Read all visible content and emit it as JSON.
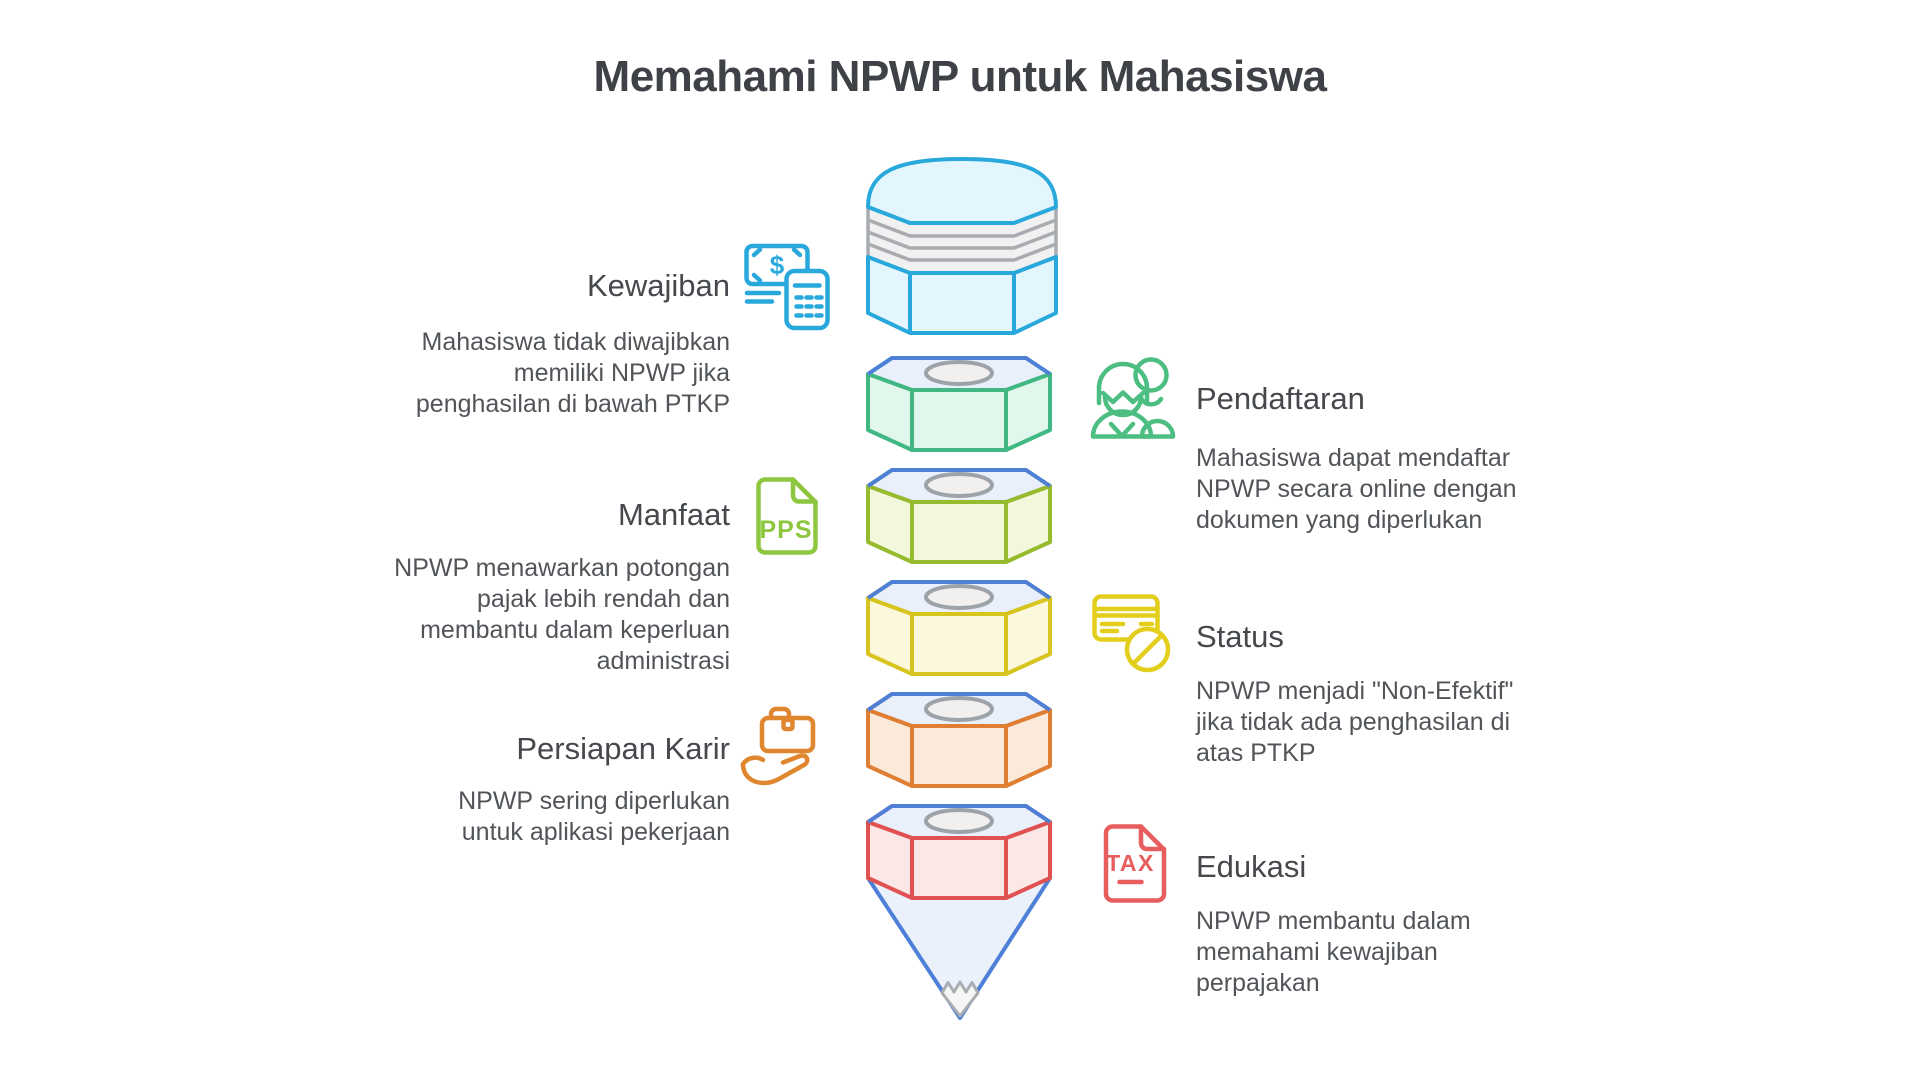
{
  "title": "Memahami NPWP untuk Mahasiswa",
  "sections": [
    {
      "id": "kewajiban",
      "side": "left",
      "heading": "Kewajiban",
      "body": "Mahasiswa tidak diwajibkan\nmemiliki NPWP jika\npenghasilan di bawah PTKP",
      "icon": "money-calculator-icon",
      "accent_color": "#29A8DC"
    },
    {
      "id": "manfaat",
      "side": "left",
      "heading": "Manfaat",
      "body": "NPWP menawarkan potongan\npajak lebih rendah dan\nmembantu dalam keperluan\nadministrasi",
      "icon": "pps-document-icon",
      "accent_color": "#8DC63F"
    },
    {
      "id": "persiapan-karir",
      "side": "left",
      "heading": "Persiapan Karir",
      "body": "NPWP sering diperlukan\nuntuk aplikasi pekerjaan",
      "icon": "briefcase-hand-icon",
      "accent_color": "#E0862F"
    },
    {
      "id": "pendaftaran",
      "side": "right",
      "heading": "Pendaftaran",
      "body": "Mahasiswa dapat mendaftar\nNPWP secara online dengan\ndokumen yang diperlukan",
      "icon": "two-people-icon",
      "accent_color": "#4DBE82"
    },
    {
      "id": "status",
      "side": "right",
      "heading": "Status",
      "body": "NPWP menjadi \"Non-Efektif\"\njika tidak ada penghasilan di\natas PTKP",
      "icon": "card-prohibited-icon",
      "accent_color": "#E3CE1C"
    },
    {
      "id": "edukasi",
      "side": "right",
      "heading": "Edukasi",
      "body": "NPWP membantu dalam\nmemahami kewajiban\nperpajakan",
      "icon": "tax-document-icon",
      "accent_color": "#E85D5D"
    }
  ],
  "icon_text": {
    "money_symbol": "$",
    "pps_label": "PPS",
    "tax_label": "TAX"
  },
  "pencil": {
    "description": "vertical pencil built from stacked hexagonal nut segments, eraser at top, tip at bottom",
    "segments": [
      {
        "name": "eraser-cap",
        "stroke": "#29A8DC",
        "fill": "#E4F6FD"
      },
      {
        "name": "ferrule",
        "stroke": "#A8ACB0",
        "fill": "#F1F1F1"
      },
      {
        "name": "upper-body",
        "stroke": "#29A8DC",
        "fill": "#E4F6FD"
      },
      {
        "name": "nut-green",
        "stroke": "#41B883",
        "fill": "#E1F7EB"
      },
      {
        "name": "nut-lime",
        "stroke": "#96BB2F",
        "fill": "#F3F8DC"
      },
      {
        "name": "nut-yellow",
        "stroke": "#D8C41F",
        "fill": "#FCF8DB"
      },
      {
        "name": "nut-orange",
        "stroke": "#DF7F33",
        "fill": "#FBEADA"
      },
      {
        "name": "nut-red",
        "stroke": "#E05252",
        "fill": "#FBE7E5"
      },
      {
        "name": "tip-cone",
        "stroke": "#4E80D8",
        "fill": "#EAF1FB"
      },
      {
        "name": "graphite",
        "stroke": "#A9ADB2",
        "fill": "#F6F6F6"
      }
    ],
    "top_face_fill": "#E9EFFB",
    "top_edge_color": "#4E80D8",
    "hole_stroke": "#9EA3A9"
  },
  "text_colors": {
    "title": "#3E4146",
    "heading": "#45484C",
    "body": "#515559"
  },
  "background": "#FFFFFF"
}
